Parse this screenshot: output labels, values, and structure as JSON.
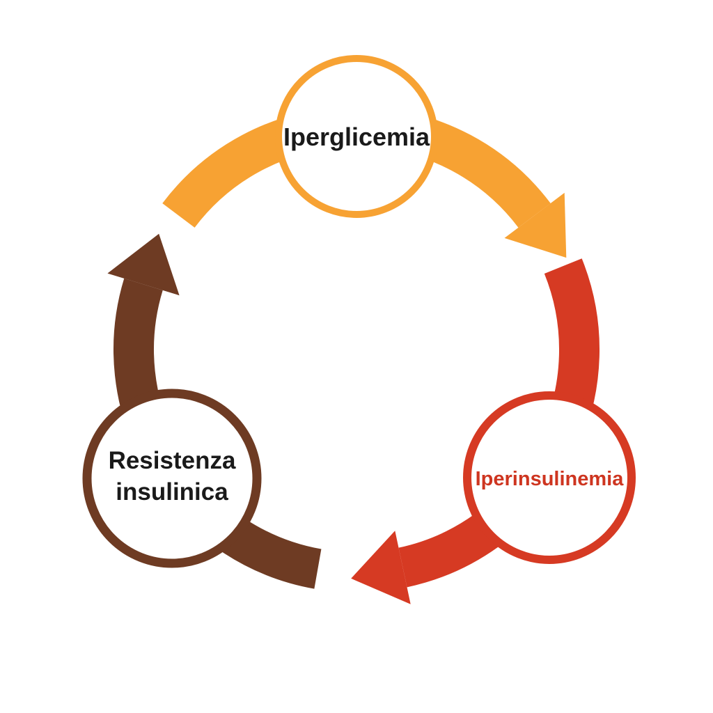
{
  "diagram": {
    "type": "cycle",
    "direction": "clockwise",
    "background": "#FFFFFF",
    "nodes": [
      {
        "id": "iperglicemia",
        "label": "Iperglicemia",
        "position": "top",
        "border_color": "#F7A233",
        "text_color": "#1A1A1A"
      },
      {
        "id": "iperinsulinemia",
        "label": "Iperinsulinemia",
        "position": "bottom-right",
        "border_color": "#D63A23",
        "text_color": "#CE3520"
      },
      {
        "id": "resistenza-insulinica",
        "label": "Resistenza insulinica",
        "label_line1": "Resistenza",
        "label_line2": "insulinica",
        "position": "bottom-left",
        "border_color": "#6E3B23",
        "text_color": "#1A1A1A"
      }
    ],
    "arrows": [
      {
        "from": "Iperglicemia",
        "to": "Iperinsulinemia",
        "color": "#F7A233"
      },
      {
        "from": "Iperinsulinemia",
        "to": "Resistenza insulinica",
        "color": "#D63A23"
      },
      {
        "from": "Resistenza insulinica",
        "to": "Iperglicemia",
        "color": "#6E3B23"
      }
    ]
  }
}
